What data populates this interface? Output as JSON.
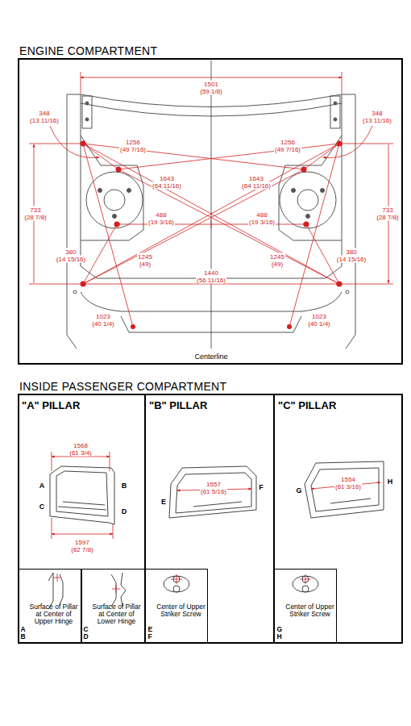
{
  "diagram": {
    "nodes": [
      {
        "text": [
          "ENGINE COMPARTMENT"
        ]
      },
      {
        "text": [
          "INSIDE PASSENGER COMPARTMENT"
        ]
      },
      {
        "text": [
          "\"A\" PILLAR"
        ],
        "in": 1
      },
      {
        "text": [
          "\"B\" PILLAR"
        ],
        "in": 1
      },
      {
        "text": [
          "\"C\" PILLAR"
        ],
        "in": 1
      },
      {
        "text": [
          "A",
          "B",
          "Surface of Pillar at Center of Upper Hinge"
        ],
        "in": 2
      },
      {
        "text": [
          "C",
          "D",
          "Surface of Pillar at Center of Lower Hinge"
        ],
        "in": 2
      },
      {
        "text": [
          "E",
          "F",
          "Center of Upper Striker Screw"
        ],
        "in": 3
      },
      {
        "text": [
          "G",
          "H",
          "Center of Upper Striker Screw"
        ],
        "in": 4
      }
    ],
    "labels": [
      "1501",
      "(59 1/8)",
      "348",
      "(13 11/16)",
      "348",
      "(13 11/16)",
      "1256",
      "(49 7/16)",
      "1256",
      "(49 7/16)",
      "1643",
      "(64 11/16)",
      "1643",
      "(64 11/16)",
      "733",
      "(28 7/8)",
      "488",
      "(19 3/16)",
      "488",
      "(19 3/16)",
      "733",
      "(28 7/8)",
      "380",
      "(14 15/16)",
      "380",
      "(14 15/16)",
      "1245",
      "(49)",
      "1245",
      "(49)",
      "1440",
      "(56 11/16)",
      "1023",
      "(40 1/4)",
      "1023",
      "(40 1/4)",
      "Centerline",
      "1568",
      "(61 3/4)",
      "A",
      "B",
      "C",
      "D",
      "1597",
      "(62 7/8)",
      "E",
      "1557",
      "(61 5/16)",
      "F",
      "G",
      "1554",
      "(61 3/16)",
      "H"
    ]
  }
}
